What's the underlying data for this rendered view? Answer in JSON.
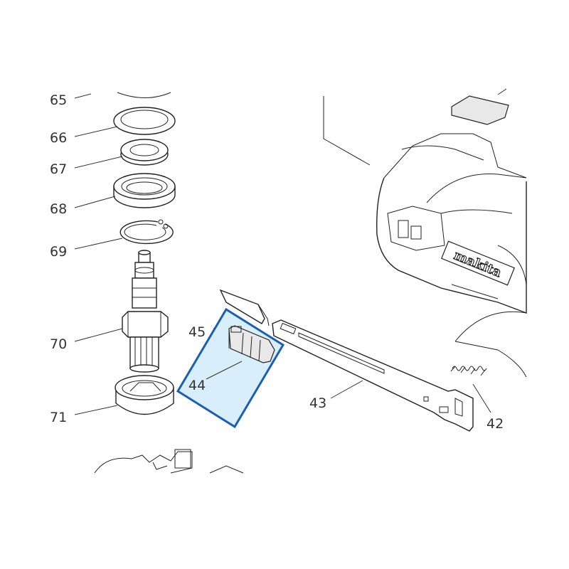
{
  "callouts": [
    {
      "id": "65",
      "text": "65"
    },
    {
      "id": "66",
      "text": "66"
    },
    {
      "id": "67",
      "text": "67"
    },
    {
      "id": "68",
      "text": "68"
    },
    {
      "id": "69",
      "text": "69"
    },
    {
      "id": "70",
      "text": "70"
    },
    {
      "id": "71",
      "text": "71"
    },
    {
      "id": "45",
      "text": "45"
    },
    {
      "id": "44",
      "text": "44"
    },
    {
      "id": "43",
      "text": "43"
    },
    {
      "id": "42",
      "text": "42"
    }
  ],
  "brand_logo_text": "makita",
  "highlight": {
    "part": "44",
    "stroke_color": "#1a5fb4",
    "fill_color": "#d8eefa"
  }
}
